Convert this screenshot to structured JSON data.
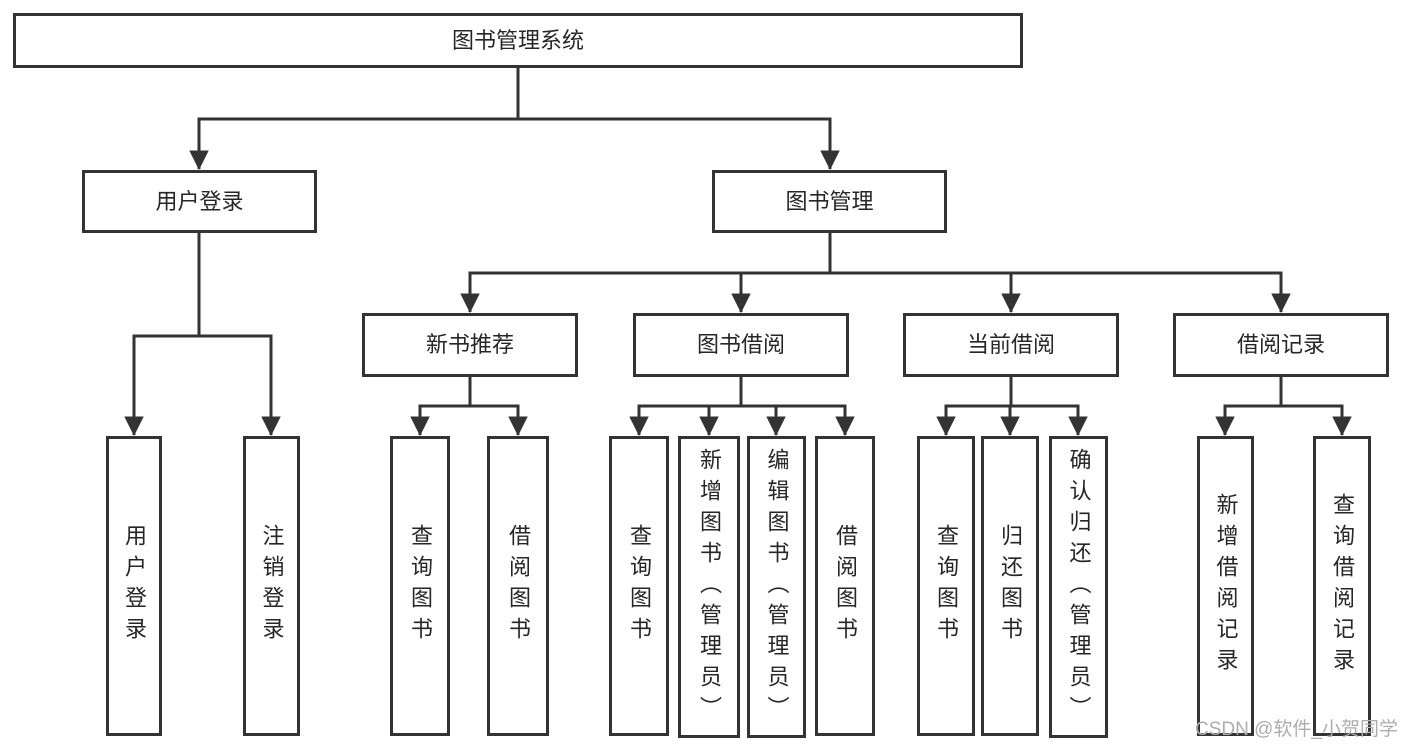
{
  "diagram": {
    "root": {
      "label": "图书管理系统"
    },
    "branches": [
      {
        "label": "用户登录",
        "children": [
          {
            "label": "用户登录"
          },
          {
            "label": "注销登录"
          }
        ]
      },
      {
        "label": "图书管理",
        "children": [
          {
            "label": "新书推荐",
            "children": [
              {
                "label": "查询图书"
              },
              {
                "label": "借阅图书"
              }
            ]
          },
          {
            "label": "图书借阅",
            "children": [
              {
                "label": "查询图书"
              },
              {
                "label": "新增图书（管理员）"
              },
              {
                "label": "编辑图书（管理员）"
              },
              {
                "label": "借阅图书"
              }
            ]
          },
          {
            "label": "当前借阅",
            "children": [
              {
                "label": "查询图书"
              },
              {
                "label": "归还图书"
              },
              {
                "label": "确认归还（管理员）"
              }
            ]
          },
          {
            "label": "借阅记录",
            "children": [
              {
                "label": "新增借阅记录"
              },
              {
                "label": "查询借阅记录"
              }
            ]
          }
        ]
      }
    ]
  },
  "watermark": {
    "text": "CSDN @软件_小贺同学"
  },
  "colors": {
    "line": "#333333",
    "text": "#262626",
    "watermark": "#adadad",
    "background": "#ffffff"
  }
}
